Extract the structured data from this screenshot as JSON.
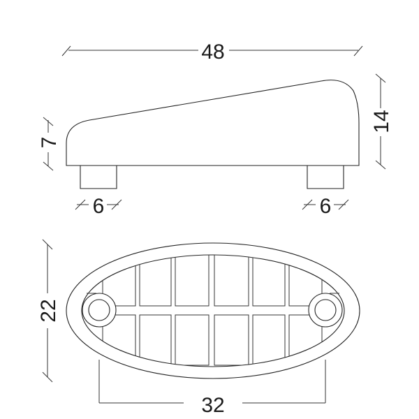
{
  "side_view": {
    "dims": {
      "length": "48",
      "height_total": "14",
      "height_front": "7",
      "foot_left": "6",
      "foot_right": "6"
    }
  },
  "bottom_view": {
    "dims": {
      "width": "22",
      "hole_spacing": "32"
    }
  }
}
